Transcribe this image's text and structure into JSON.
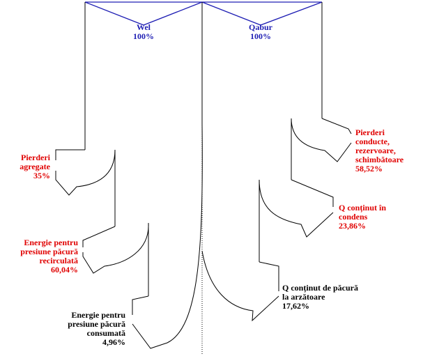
{
  "colors": {
    "inputs": "#1f1fb4",
    "losses": "#e00000",
    "output": "#000000",
    "lines": "#000000"
  },
  "inputs": {
    "wel": {
      "name": "Wel",
      "value": "100%"
    },
    "qabur": {
      "name": "Qabur",
      "value": "100%"
    }
  },
  "wel_branches": {
    "pierderi_agregate": {
      "line1": "Pierderi",
      "line2": "agregate",
      "value": "35%"
    },
    "energie_recirculata": {
      "line1": "Energie pentru",
      "line2": "presiune păcură",
      "line3": "recirculată",
      "value": "60,04%"
    },
    "energie_consumata": {
      "line1": "Energie pentru",
      "line2": "presiune păcură",
      "line3": "consumată",
      "value": "4,96%"
    }
  },
  "qabur_branches": {
    "pierderi_conducte": {
      "line1": "Pierderi",
      "line2": "conducte,",
      "line3": "rezervoare,",
      "line4": "schimbătoare",
      "value": "58,52%"
    },
    "q_condens": {
      "line1": "Q conținut în",
      "line2": "condens",
      "value": "23,86%"
    },
    "q_arzatoare": {
      "line1": "Q conținut de păcură",
      "line2": "la arzătoare",
      "value": "17,62%"
    }
  }
}
